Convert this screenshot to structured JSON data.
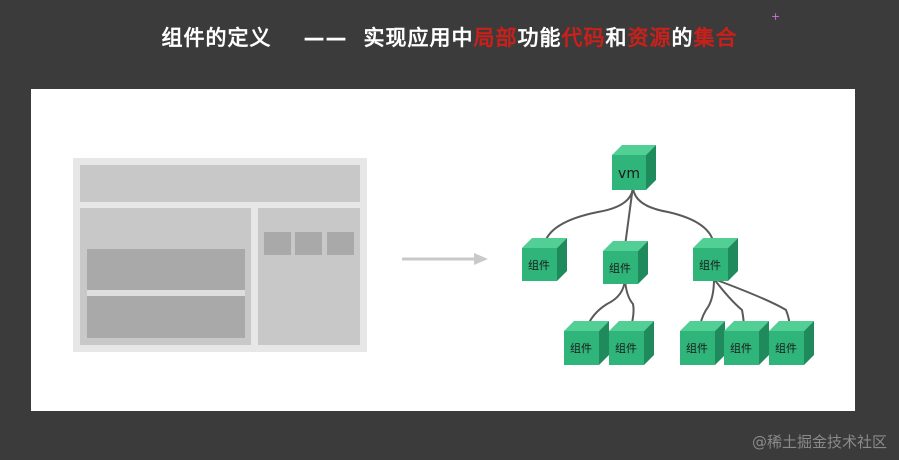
{
  "title": {
    "left": "组件的定义",
    "dash": "——",
    "parts": [
      {
        "text": "实现应用中",
        "highlight": false
      },
      {
        "text": "局部",
        "highlight": true
      },
      {
        "text": "功能",
        "highlight": false
      },
      {
        "text": "代码",
        "highlight": true
      },
      {
        "text": "和",
        "highlight": false
      },
      {
        "text": "资源",
        "highlight": true
      },
      {
        "text": "的",
        "highlight": false
      },
      {
        "text": "集合",
        "highlight": true
      }
    ]
  },
  "colors": {
    "background": "#3b3b3b",
    "highlight": "#c8201b",
    "cube_front": "#2fb47a",
    "cube_top": "#52cf95",
    "cube_side": "#1f8a5b",
    "wire_bg": "#e7e7e7",
    "wire_block": "#c8c8c8",
    "wire_dark": "#a9a9a9",
    "line": "#555555"
  },
  "diagram": {
    "root": "vm",
    "children": [
      {
        "label": "组件",
        "children": []
      },
      {
        "label": "组件",
        "children": [
          {
            "label": "组件"
          },
          {
            "label": "组件"
          }
        ]
      },
      {
        "label": "组件",
        "children": [
          {
            "label": "组件"
          },
          {
            "label": "组件"
          },
          {
            "label": "组件"
          }
        ]
      }
    ]
  },
  "watermark": "@稀土掘金技术社区"
}
